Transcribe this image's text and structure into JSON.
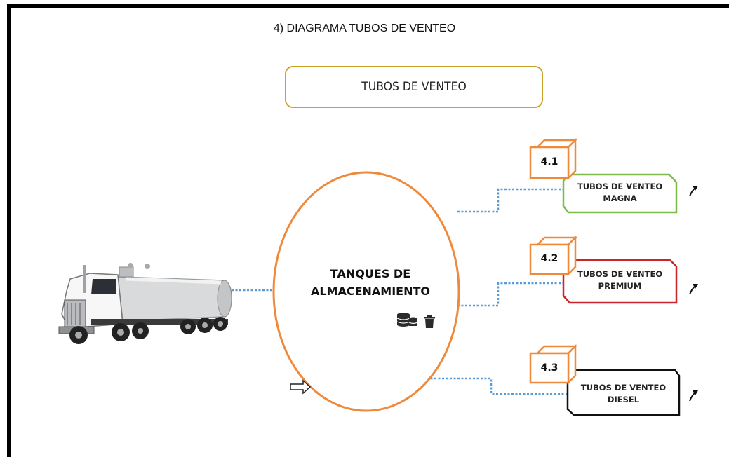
{
  "page": {
    "title": "4)  DIAGRAMA TUBOS DE VENTEO"
  },
  "header_box": {
    "label": "TUBOS DE VENTEO",
    "border_color": "#c9a227"
  },
  "tank": {
    "label_line1": "TANQUES DE",
    "label_line2": "ALMACENAMIENTO",
    "border_color": "#ef8a3c",
    "icons": [
      "database-icon",
      "trash-icon"
    ]
  },
  "vent_boxes": [
    {
      "number": "4.1",
      "line1": "TUBOS DE VENTEO",
      "line2": "MAGNA",
      "border_color": "#7dbb4a"
    },
    {
      "number": "4.2",
      "line1": "TUBOS DE VENTEO",
      "line2": "PREMIUM",
      "border_color": "#c9262b"
    },
    {
      "number": "4.3",
      "line1": "TUBOS DE VENTEO",
      "line2": "DIESEL",
      "border_color": "#111111"
    }
  ],
  "colors": {
    "connector": "#5b9bd5",
    "number_cube": "#ef8a3c"
  },
  "icons": {
    "truck": "tanker-truck-icon",
    "input_arrow": "right-arrow-icon",
    "vent_arrow": "curved-up-arrow-icon"
  }
}
